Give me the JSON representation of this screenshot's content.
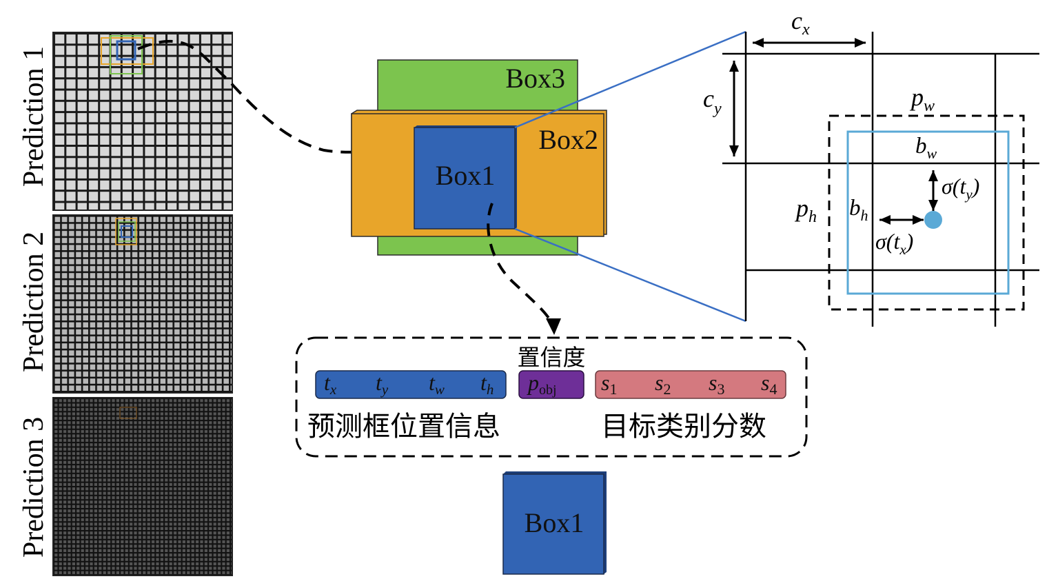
{
  "panels": [
    {
      "label": "Prediction 1"
    },
    {
      "label": "Prediction 2"
    },
    {
      "label": "Prediction 3"
    }
  ],
  "boxes": {
    "box3": "Box3",
    "box2": "Box2",
    "box1": "Box1",
    "box1_output": "Box1"
  },
  "cell_diagram": {
    "cx": "c",
    "cx_sub": "x",
    "cy": "c",
    "cy_sub": "y",
    "pw": "p",
    "pw_sub": "w",
    "ph": "p",
    "ph_sub": "h",
    "bw": "b",
    "bw_sub": "w",
    "bh": "b",
    "bh_sub": "h",
    "sigma_ty": "σ(t",
    "sigma_ty_sub": "y",
    "sigma_tx": "σ(t",
    "sigma_tx_sub": "x",
    "close_paren": ")"
  },
  "vector": {
    "confidence_label": "置信度",
    "location_label": "预测框位置信息",
    "class_label": "目标类别分数",
    "t_symbol": "t",
    "tx_sub": "x",
    "ty_sub": "y",
    "tw_sub": "w",
    "th_sub": "h",
    "p_symbol": "p",
    "pobj_sub": "obj",
    "s_symbol": "s",
    "s1_sub": "1",
    "s2_sub": "2",
    "s3_sub": "3",
    "s4_sub": "4"
  },
  "colors": {
    "box1": "#3264b4",
    "box2": "#e8a52a",
    "box3": "#7cc44e",
    "location_field": "#3264b4",
    "objectness_field": "#6e2f98",
    "class_field": "#d4797f",
    "anchor_blue": "#5aa9d6",
    "pyramid_line": "#3a6fc4"
  }
}
